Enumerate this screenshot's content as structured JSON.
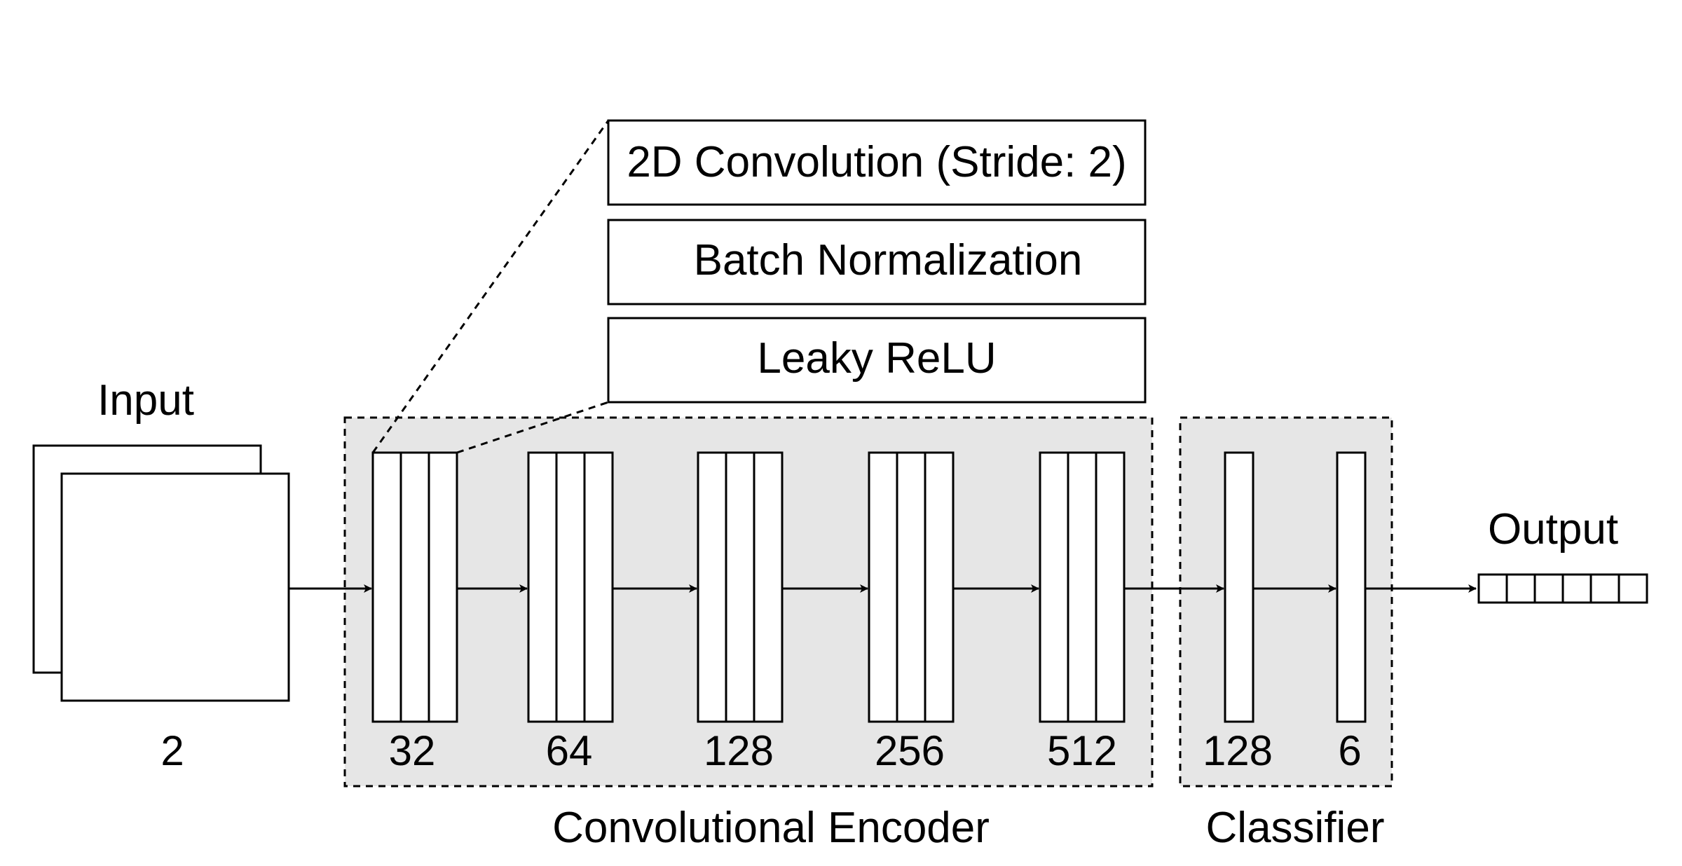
{
  "input": {
    "label": "Input",
    "channels": "2"
  },
  "detail_blocks": [
    {
      "label": "2D Convolution (Stride: 2)"
    },
    {
      "label": "Batch Normalization"
    },
    {
      "label": "Leaky ReLU"
    }
  ],
  "encoder": {
    "label": "Convolutional Encoder",
    "layers": [
      {
        "channels": "32"
      },
      {
        "channels": "64"
      },
      {
        "channels": "128"
      },
      {
        "channels": "256"
      },
      {
        "channels": "512"
      }
    ]
  },
  "classifier": {
    "label": "Classifier",
    "layers": [
      {
        "units": "128"
      },
      {
        "units": "6"
      }
    ]
  },
  "output": {
    "label": "Output",
    "cells": 6
  },
  "colors": {
    "group_fill": "#e6e6e6",
    "stroke": "#000000",
    "box_fill": "#ffffff"
  }
}
